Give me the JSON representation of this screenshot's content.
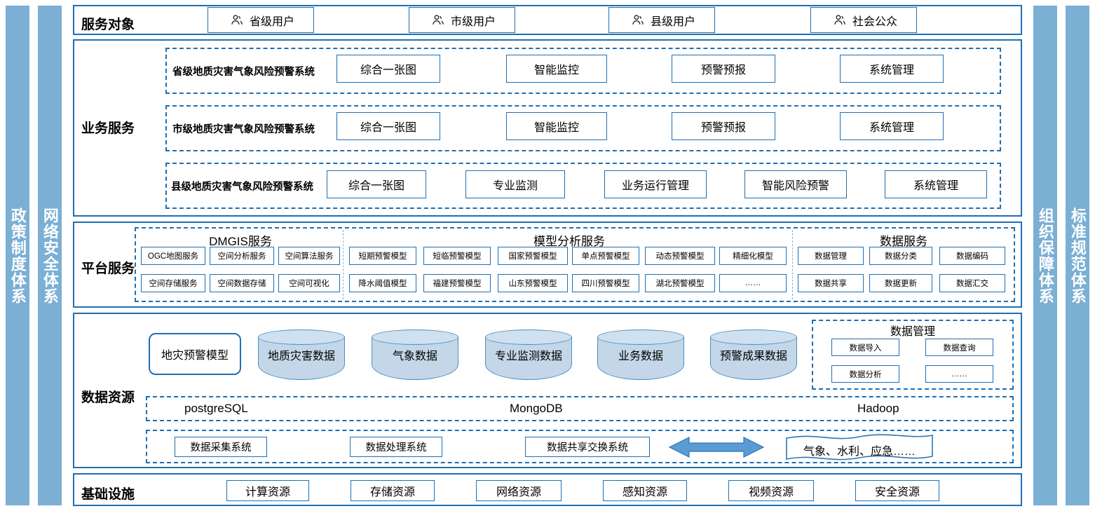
{
  "pillars": {
    "left": [
      "政策制度体系",
      "网络安全体系"
    ],
    "right": [
      "组织保障体系",
      "标准规范体系"
    ]
  },
  "colors": {
    "pillar": "#7BAFD4",
    "border": "#1F6FB2",
    "cylinder_body": "#C3D7E8",
    "cylinder_top": "#CFE0EE",
    "arrow": "#5B9BD5"
  },
  "service_targets": {
    "label": "服务对象",
    "items": [
      {
        "icon": "user-icon",
        "label": "省级用户"
      },
      {
        "icon": "user-icon",
        "label": "市级用户"
      },
      {
        "icon": "user-icon",
        "label": "县级用户"
      },
      {
        "icon": "user-icon",
        "label": "社会公众"
      }
    ]
  },
  "business_services": {
    "label": "业务服务",
    "rows": [
      {
        "system": "省级地质灾害气象风险预警系统",
        "modules": [
          "综合一张图",
          "智能监控",
          "预警预报",
          "系统管理"
        ]
      },
      {
        "system": "市级地质灾害气象风险预警系统",
        "modules": [
          "综合一张图",
          "智能监控",
          "预警预报",
          "系统管理"
        ]
      },
      {
        "system": "县级地质灾害气象风险预警系统",
        "modules": [
          "综合一张图",
          "专业监测",
          "业务运行管理",
          "智能风险预警",
          "系统管理"
        ]
      }
    ]
  },
  "platform_services": {
    "label": "平台服务",
    "groups": [
      {
        "title": "DMGIS服务",
        "items": [
          "OGC地图服务",
          "空间分析服务",
          "空间算法服务",
          "空间存储服务",
          "空间数据存储",
          "空间可视化"
        ]
      },
      {
        "title": "模型分析服务",
        "items": [
          "短期预警模型",
          "短临预警模型",
          "国家预警模型",
          "单点预警模型",
          "动态预警模型",
          "精细化模型",
          "降水阈值模型",
          "福建预警模型",
          "山东预警模型",
          "四川预警模型",
          "湖北预警模型",
          "……"
        ]
      },
      {
        "title": "数据服务",
        "items": [
          "数据管理",
          "数据分类",
          "数据编码",
          "数据共享",
          "数据更新",
          "数据汇交"
        ]
      }
    ]
  },
  "data_resources": {
    "label": "数据资源",
    "model_box": "地灾预警模型",
    "stores": [
      "地质灾害数据",
      "气象数据",
      "专业监测数据",
      "业务数据",
      "预警成果数据"
    ],
    "data_management": {
      "title": "数据管理",
      "items": [
        "数据导入",
        "数据查询",
        "数据分析",
        "……"
      ]
    },
    "databases": [
      "postgreSQL",
      "MongoDB",
      "Hadoop"
    ],
    "systems": [
      "数据采集系统",
      "数据处理系统",
      "数据共享交换系统"
    ],
    "exchange_arrow": "double-arrow-icon",
    "external": "气象、水利、应急……"
  },
  "infrastructure": {
    "label": "基础设施",
    "items": [
      "计算资源",
      "存储资源",
      "网络资源",
      "感知资源",
      "视频资源",
      "安全资源"
    ]
  }
}
